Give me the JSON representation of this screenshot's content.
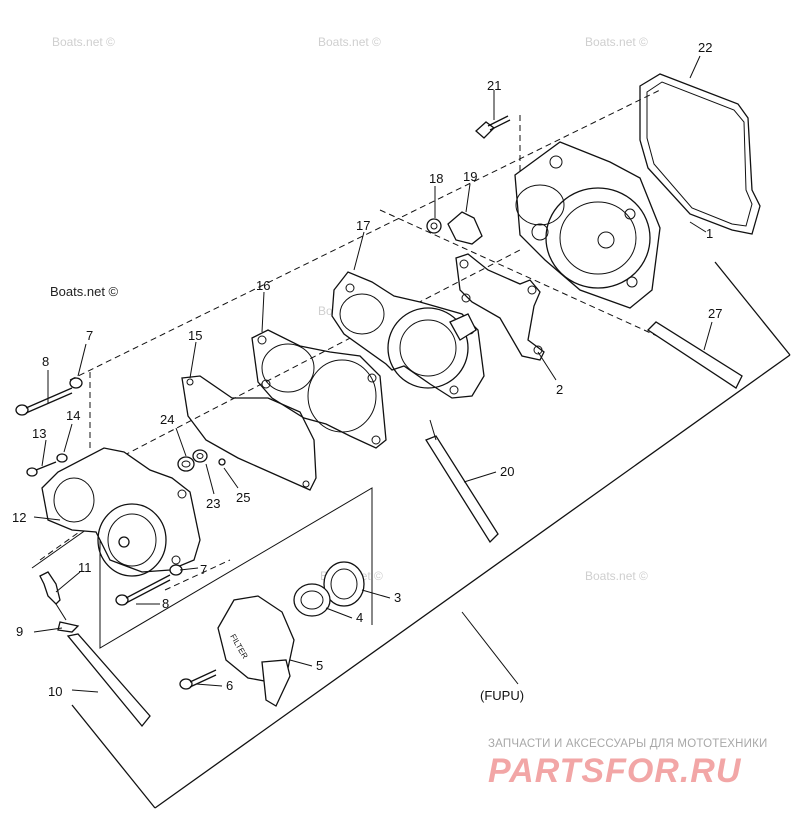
{
  "watermarks": {
    "top_left": "Boats.net ©",
    "top_mid": "Boats.net ©",
    "top_right": "Boats.net ©",
    "left": "Boats.net ©",
    "mid": "Boats.net ©",
    "bottom_mid": "Boats.net ©",
    "bottom_right": "Boats.net ©"
  },
  "assembly_label": "(FUPU)",
  "callouts": {
    "c1": "1",
    "c2": "2",
    "c3": "3",
    "c4": "4",
    "c5": "5",
    "c6": "6",
    "c7a": "7",
    "c7b": "7",
    "c8a": "8",
    "c8b": "8",
    "c9": "9",
    "c10": "10",
    "c11": "11",
    "c12": "12",
    "c13": "13",
    "c14": "14",
    "c15": "15",
    "c16": "16",
    "c17": "17",
    "c18": "18",
    "c19": "19",
    "c20": "20",
    "c21": "21",
    "c22": "22",
    "c23": "23",
    "c24": "24",
    "c25": "25",
    "c27": "27"
  },
  "filter_text": "FILTER",
  "brand": {
    "tagline": "ЗАПЧАСТИ И АКСЕССУАРЫ ДЛЯ МОТОТЕХНИКИ",
    "logo": "PARTSFOR.RU"
  }
}
